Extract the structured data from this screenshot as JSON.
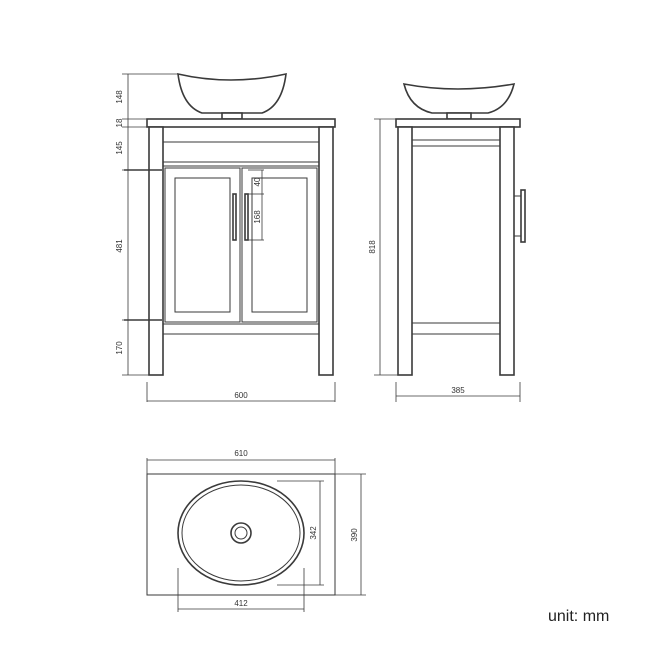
{
  "drawing": {
    "unit": "unit: mm",
    "front_view": {
      "basin_height": "148",
      "top_thickness": "18",
      "drawer_rail": "145",
      "door_height": "481",
      "plinth": "170",
      "handle_offset": "40",
      "handle_length": "168",
      "width": "600"
    },
    "side_view": {
      "height": "818",
      "depth": "385"
    },
    "top_view": {
      "top_width": "610",
      "top_depth": "390",
      "basin_length": "412",
      "basin_width": "342"
    }
  }
}
